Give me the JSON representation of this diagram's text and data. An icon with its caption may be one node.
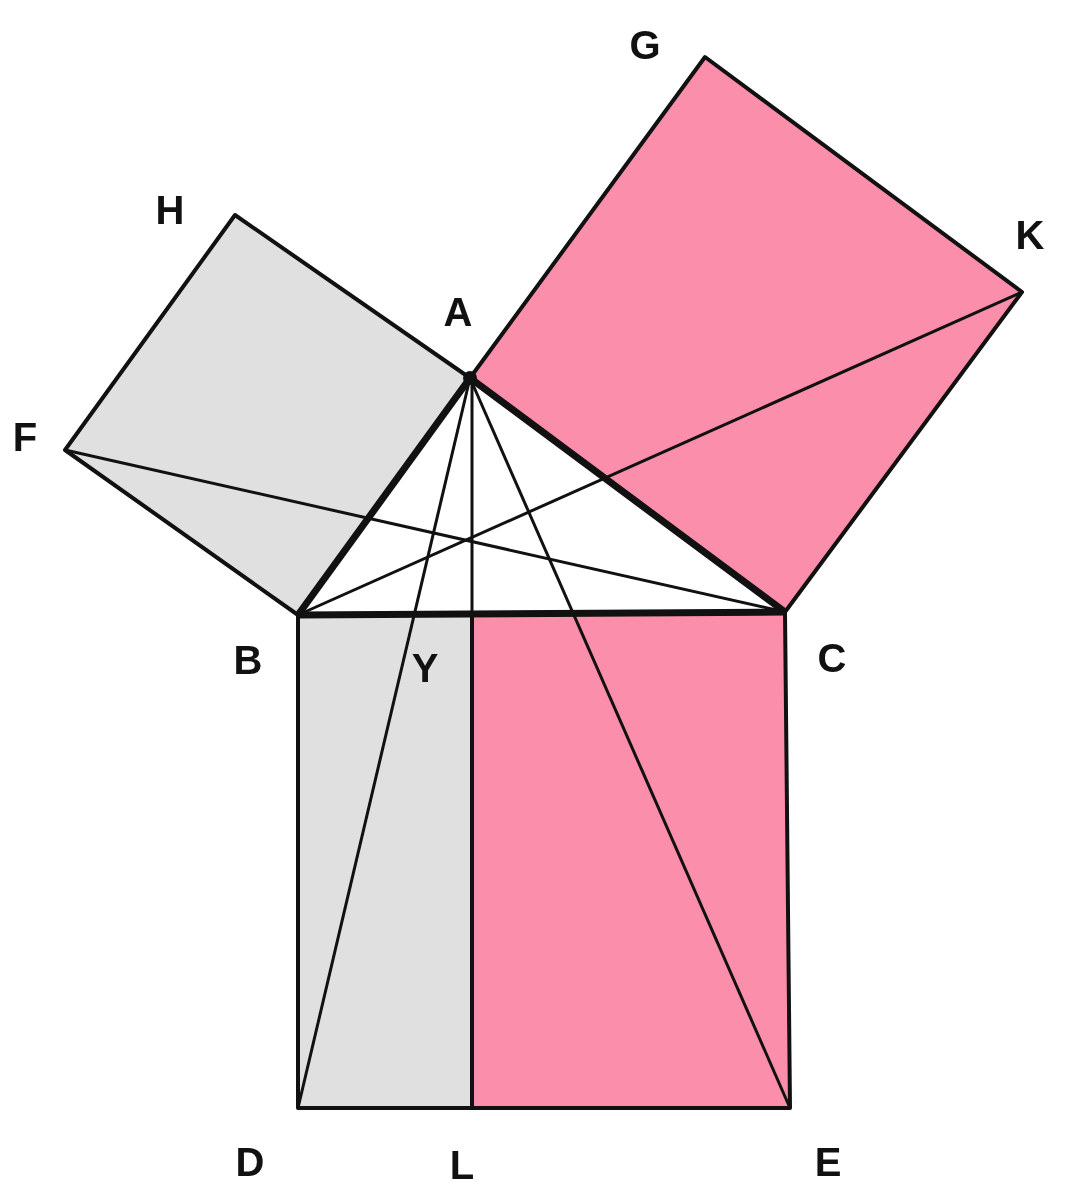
{
  "diagram": {
    "labels": [
      "G",
      "H",
      "K",
      "A",
      "F",
      "B",
      "Y",
      "C",
      "D",
      "L",
      "E"
    ]
  }
}
